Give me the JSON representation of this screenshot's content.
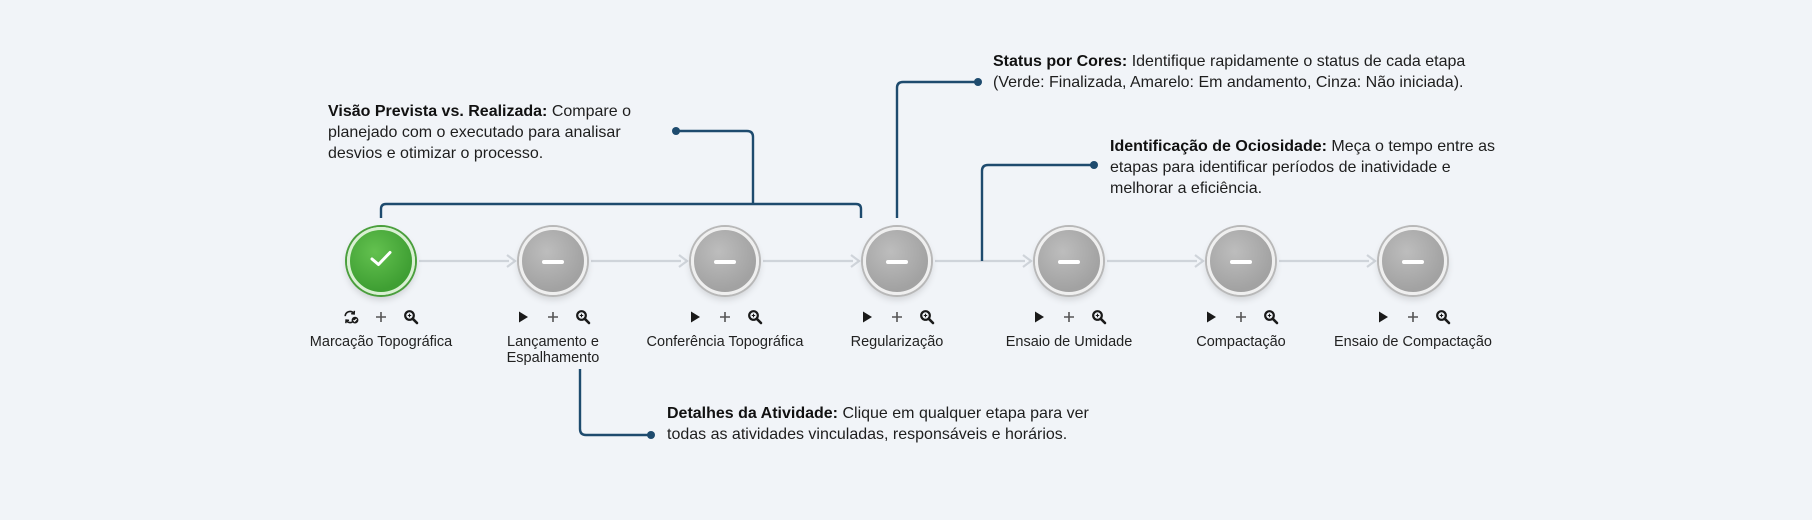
{
  "steps": [
    {
      "label": "Marcação Topográfica",
      "status": "done",
      "actions": [
        "sync-check-icon",
        "plus-icon",
        "magnifier-icon"
      ]
    },
    {
      "label": "Lançamento e Espalhamento",
      "status": "pending",
      "actions": [
        "play-icon",
        "plus-icon",
        "magnifier-icon"
      ]
    },
    {
      "label": "Conferência Topográfica",
      "status": "pending",
      "actions": [
        "play-icon",
        "plus-icon",
        "magnifier-icon"
      ]
    },
    {
      "label": "Regularização",
      "status": "pending",
      "actions": [
        "play-icon",
        "plus-icon",
        "magnifier-icon"
      ]
    },
    {
      "label": "Ensaio de Umidade",
      "status": "pending",
      "actions": [
        "play-icon",
        "plus-icon",
        "magnifier-icon"
      ]
    },
    {
      "label": "Compactação",
      "status": "pending",
      "actions": [
        "play-icon",
        "plus-icon",
        "magnifier-icon"
      ]
    },
    {
      "label": "Ensaio de Compactação",
      "status": "pending",
      "actions": [
        "play-icon",
        "plus-icon",
        "magnifier-icon"
      ]
    }
  ],
  "callouts": {
    "planned_vs_actual": {
      "title": "Visão Prevista vs. Realizada:",
      "text": "Compare o planejado com o executado para analisar desvios e otimizar o processo."
    },
    "status_colors": {
      "title": "Status por Cores:",
      "text": "Identifique rapidamente o status de cada etapa (Verde: Finalizada, Amarelo: Em andamento, Cinza: Não iniciada)."
    },
    "idle_time": {
      "title": "Identificação de Ociosidade:",
      "text": "Meça o tempo entre as etapas para identificar períodos de inatividade e melhorar a eficiência."
    },
    "activity_details": {
      "title": "Detalhes da Atividade:",
      "text": "Clique em qualquer etapa para ver todas as atividades vinculadas, responsáveis e horários."
    }
  },
  "colors": {
    "done": "#4caf3d",
    "pending": "#a8a8a8",
    "connector": "#cfd4da",
    "callout_line": "#1e4b6e",
    "icon": "#1a1a1a"
  }
}
